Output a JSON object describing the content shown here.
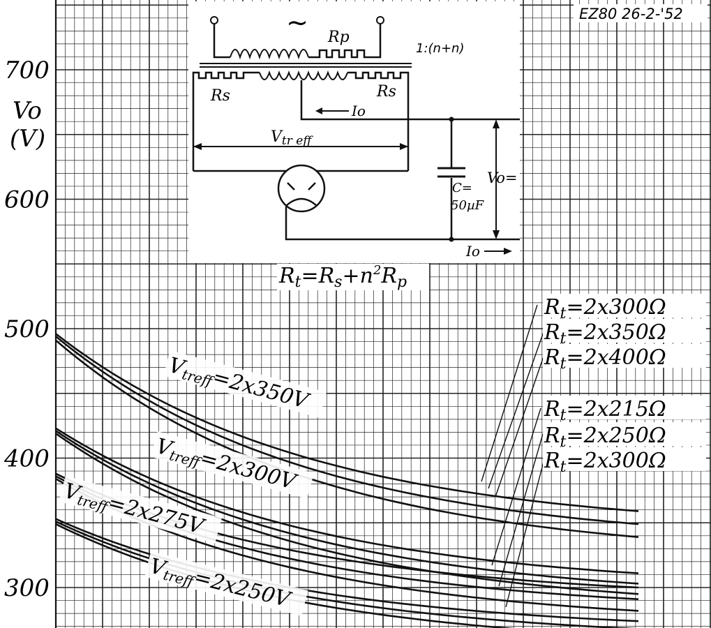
{
  "chart_data": {
    "type": "line",
    "tag": "EZ80 26-2-'52",
    "ylabel_top": "Vo",
    "ylabel_unit": "(V)",
    "y_ticks": [
      "700",
      "600",
      "500",
      "400",
      "300"
    ],
    "ylim": [
      260,
      760
    ],
    "x_ticks": [],
    "grid": true,
    "groups": [
      {
        "name": "Vtreff=2x350V",
        "label_main": "V",
        "label_sub": "treff",
        "label_tail": "=2x350V",
        "series": [
          {
            "start": 496,
            "end": 359
          },
          {
            "start": 494,
            "end": 349
          },
          {
            "start": 491,
            "end": 339
          }
        ]
      },
      {
        "name": "Vtreff=2x300V",
        "label_main": "V",
        "label_sub": "treff",
        "label_tail": "=2x300V",
        "series": [
          {
            "start": 423,
            "end": 311
          },
          {
            "start": 421,
            "end": 303
          },
          {
            "start": 419,
            "end": 295
          }
        ]
      },
      {
        "name": "Vtreff=2x275V",
        "label_main": "V",
        "label_sub": "treff",
        "label_tail": "=2x275V",
        "series": [
          {
            "start": 388,
            "end": 300
          },
          {
            "start": 386,
            "end": 291
          },
          {
            "start": 384,
            "end": 282
          }
        ]
      },
      {
        "name": "Vtreff=2x250V",
        "label_main": "V",
        "label_sub": "treff",
        "label_tail": "=2x250V",
        "series": [
          {
            "start": 353,
            "end": 274
          },
          {
            "start": 351,
            "end": 268
          },
          {
            "start": 349,
            "end": 262
          }
        ]
      }
    ],
    "rt_labels": [
      {
        "main": "R",
        "sub": "t",
        "tail": "=2x300Ω"
      },
      {
        "main": "R",
        "sub": "t",
        "tail": "=2x350Ω"
      },
      {
        "main": "R",
        "sub": "t",
        "tail": "=2x400Ω"
      },
      {
        "main": "R",
        "sub": "t",
        "tail": "=2x215Ω"
      },
      {
        "main": "R",
        "sub": "t",
        "tail": "=2x250Ω"
      },
      {
        "main": "R",
        "sub": "t",
        "tail": "=2x300Ω"
      }
    ]
  },
  "circuit": {
    "tilde": "~",
    "rp_label": "Rp",
    "ratio": "1:(n+n)",
    "rs_left": "Rs",
    "rs_right": "Rs",
    "io_arrow_label": "Io",
    "vtr_main": "V",
    "vtr_sub": "tr eff",
    "cap_c": "C=",
    "cap_val": "50µF",
    "vo_label": "Vo=",
    "io_out_label": "Io",
    "formula_r": "R",
    "formula_t": "t",
    "formula_eq": "=R",
    "formula_s": "s",
    "formula_mid": "+n",
    "formula_sq": "2",
    "formula_rp": "R",
    "formula_p": "p"
  }
}
